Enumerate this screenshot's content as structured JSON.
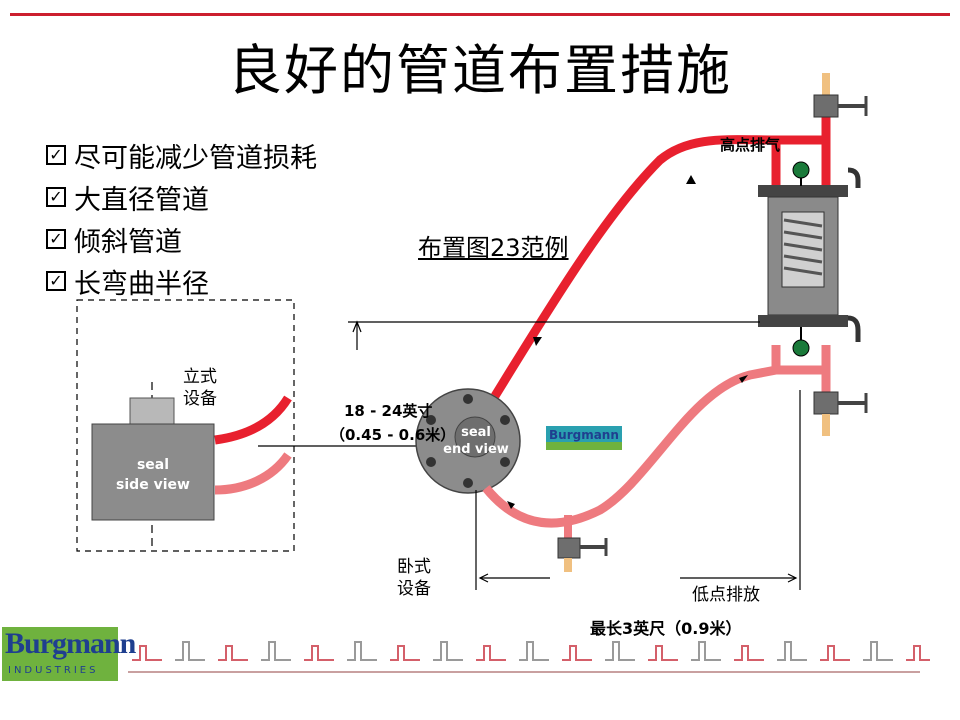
{
  "slide": {
    "title": "良好的管道布置措施",
    "bullets": [
      "尽可能减少管道损耗",
      "大直径管道",
      "倾斜管道",
      "长弯曲半径"
    ],
    "check_glyph": "✓",
    "layout_ref": "布置图23范例"
  },
  "diagram": {
    "vertical_equipment": "立式\n设备",
    "seal_side_view": "seal\nside view",
    "seal_end_view": "seal\nend view",
    "high_point_vent": "高点排气",
    "distance_label": "18 - 24英寸",
    "distance_metric": "（0.45 - 0.6米）",
    "horizontal_equipment": "卧式\n设备",
    "low_point_drain": "低点排放",
    "max_length": "最长3英尺（0.9米）",
    "brand_small": "Burgmann"
  },
  "brand": {
    "logo_text": "Burgmann",
    "logo_subtext": "INDUSTRIES"
  },
  "colors": {
    "accent_red": "#cc1f2e",
    "pipe_red": "#e8202e",
    "pipe_pink": "#ee7a7f",
    "logo_blue": "#1f3f8f",
    "logo_green": "#6fb23e"
  }
}
